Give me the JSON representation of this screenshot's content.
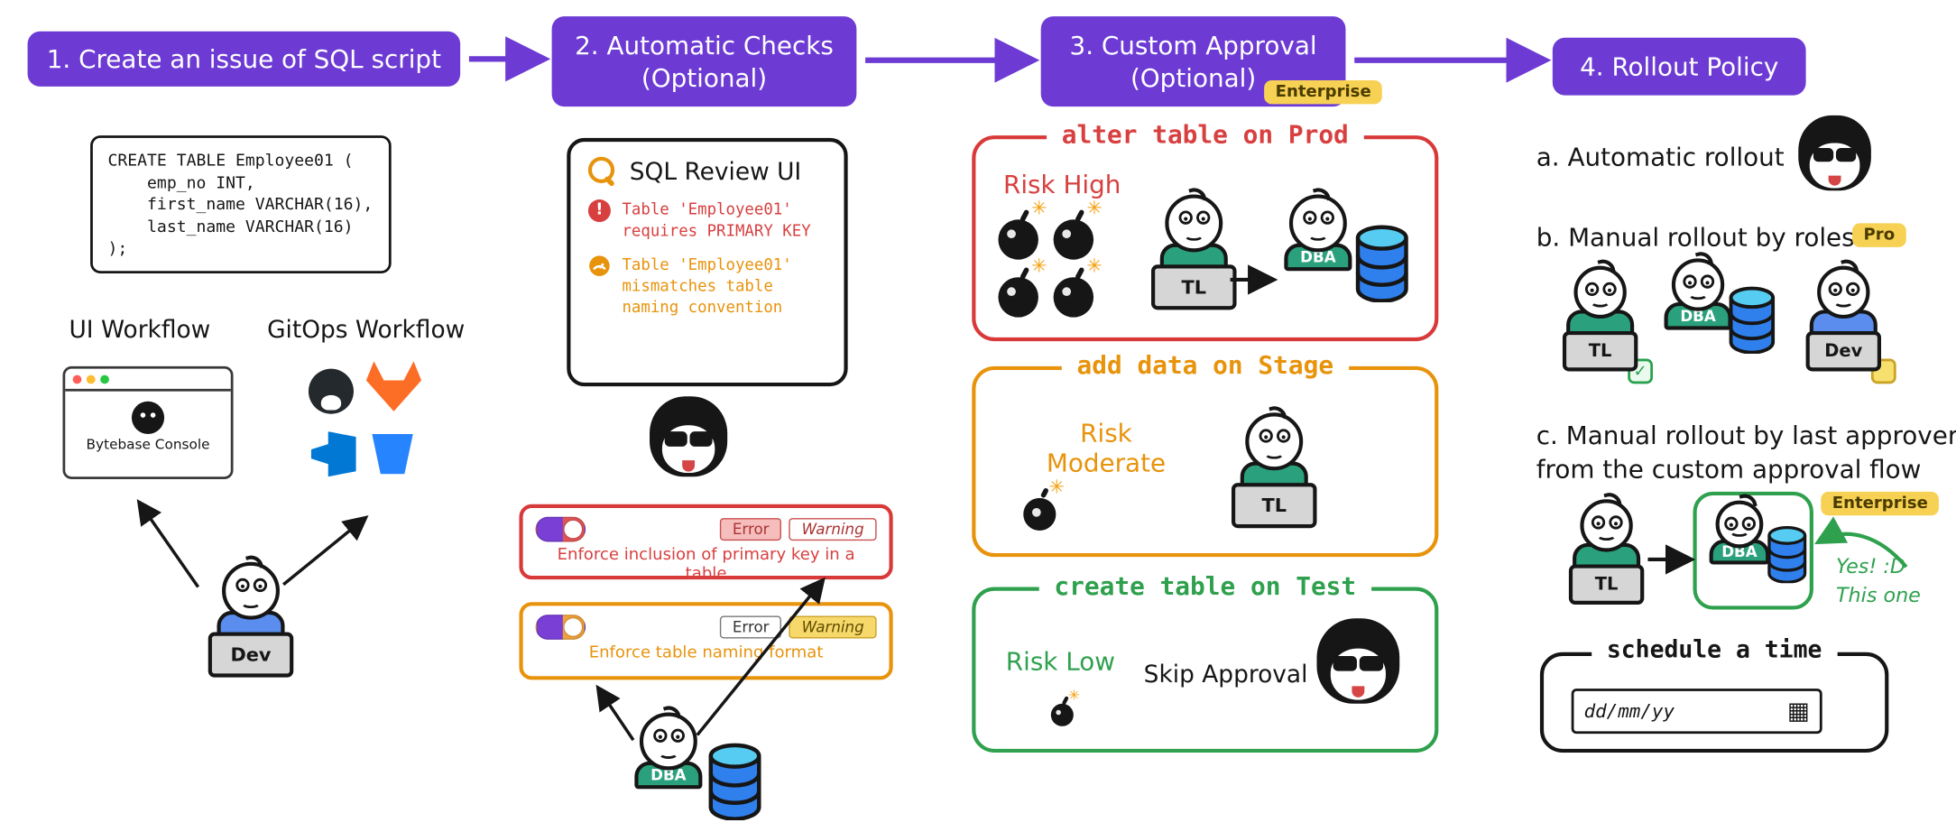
{
  "colors": {
    "purple": "#6d3bd4",
    "red": "#d83a3a",
    "orange": "#e8930c",
    "green": "#2fa14e",
    "badge_yellow": "#f7d154"
  },
  "icons": {
    "error": "!",
    "check": "✓",
    "calendar": "▦",
    "spark": "✳"
  },
  "header": {
    "steps": [
      {
        "label": "1. Create an issue of SQL script"
      },
      {
        "label": "2. Automatic Checks",
        "sub": "(Optional)"
      },
      {
        "label": "3. Custom Approval",
        "sub": "(Optional)",
        "badge": "Enterprise"
      },
      {
        "label": "4. Rollout Policy"
      }
    ]
  },
  "step1": {
    "sql_code": "CREATE TABLE Employee01 (\n    emp_no INT,\n    first_name VARCHAR(16),\n    last_name VARCHAR(16)\n);",
    "ui_workflow": "UI Workflow",
    "gitops_workflow": "GitOps Workflow",
    "console": "Bytebase Console",
    "dev": "Dev"
  },
  "step2": {
    "title": "SQL Review UI",
    "error": "Table 'Employee01'\nrequires PRIMARY KEY",
    "warning": "Table 'Employee01'\nmismatches table\nnaming convention",
    "rules": [
      {
        "error": "Error",
        "warning": "Warning",
        "label": "Enforce inclusion of primary key in a table"
      },
      {
        "error": "Error",
        "warning": "Warning",
        "label": "Enforce table naming format"
      }
    ],
    "dba": "DBA"
  },
  "step3": {
    "cards": [
      {
        "title": "alter table on Prod",
        "risk": "Risk High",
        "bombs": 4,
        "tl": "TL",
        "dba": "DBA"
      },
      {
        "title": "add data on Stage",
        "risk": "Risk\nModerate",
        "bombs": 1,
        "tl": "TL"
      },
      {
        "title": "create table on Test",
        "risk": "Risk Low",
        "bombs": 1,
        "skip": "Skip Approval"
      }
    ]
  },
  "step4": {
    "a": "a. Automatic rollout",
    "b": "b. Manual rollout by roles",
    "b_badge": "Pro",
    "roles": [
      {
        "label": "TL"
      },
      {
        "label": "DBA"
      },
      {
        "label": "Dev"
      }
    ],
    "c": "c. Manual rollout by last approver\nfrom the custom approval flow",
    "c_badge": "Enterprise",
    "tl": "TL",
    "dba": "DBA",
    "note": "Yes! :D\nThis one",
    "schedule_title": "schedule a time",
    "date_value": "dd/mm/yy"
  }
}
